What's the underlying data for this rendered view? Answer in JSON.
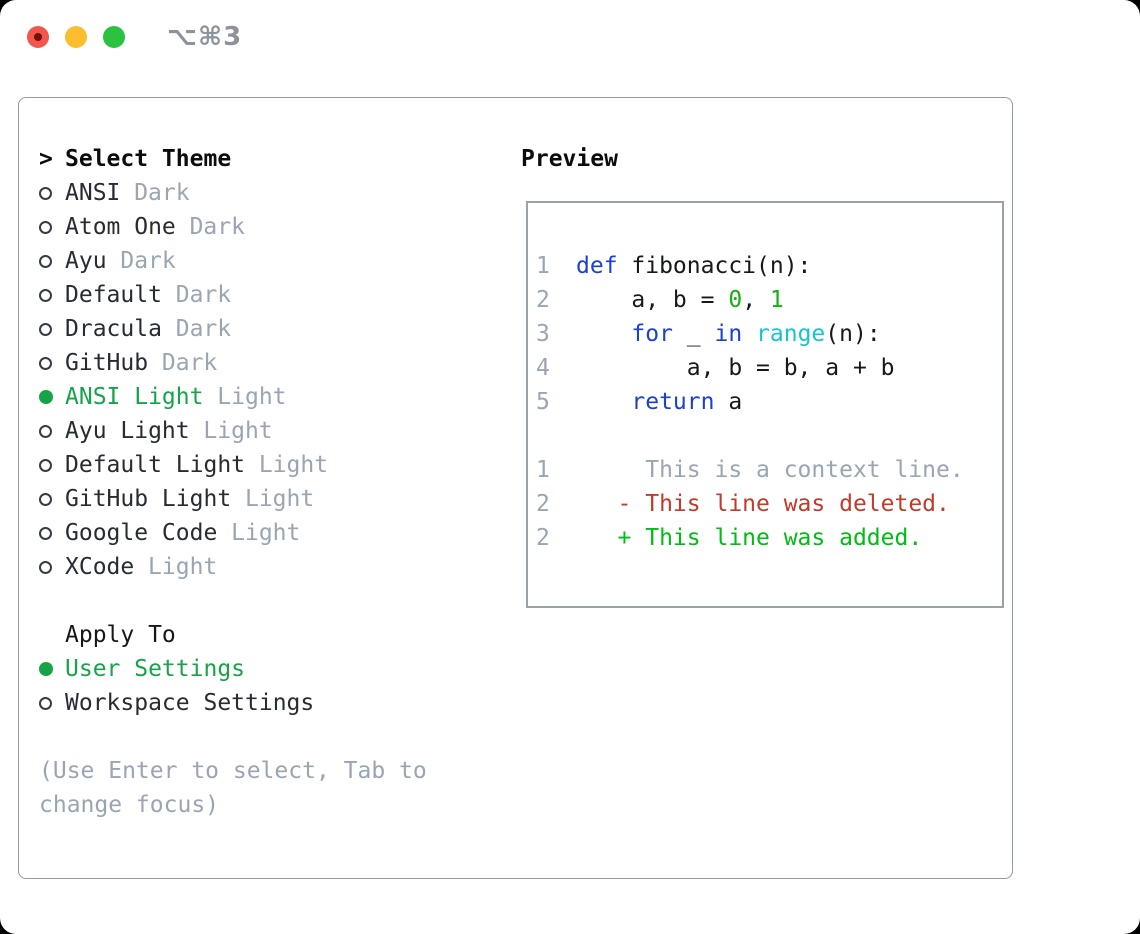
{
  "window": {
    "shortcut_hint": "⌥⌘3"
  },
  "colors": {
    "traffic_red": "#f2564d",
    "traffic_yellow": "#fcbd2e",
    "traffic_green": "#2ac23f",
    "border_gray": "#929aa7",
    "text_dark": "#262c33",
    "muted_gray": "#9aa5b4",
    "selected_green": "#17a449",
    "keyword_blue": "#1c40cf",
    "builtin_cyan": "#17c3cd",
    "number_green": "#12b212",
    "deleted_red": "#c13a2a",
    "added_green": "#00bd13"
  },
  "theme_panel": {
    "title_prefix": ">",
    "title": "Select Theme",
    "themes": [
      {
        "name": "ANSI",
        "variant": "Dark",
        "selected": false
      },
      {
        "name": "Atom One",
        "variant": "Dark",
        "selected": false
      },
      {
        "name": "Ayu",
        "variant": "Dark",
        "selected": false
      },
      {
        "name": "Default",
        "variant": "Dark",
        "selected": false
      },
      {
        "name": "Dracula",
        "variant": "Dark",
        "selected": false
      },
      {
        "name": "GitHub",
        "variant": "Dark",
        "selected": false
      },
      {
        "name": "ANSI Light",
        "variant": "Light",
        "selected": true
      },
      {
        "name": "Ayu Light",
        "variant": "Light",
        "selected": false
      },
      {
        "name": "Default Light",
        "variant": "Light",
        "selected": false
      },
      {
        "name": "GitHub Light",
        "variant": "Light",
        "selected": false
      },
      {
        "name": "Google Code",
        "variant": "Light",
        "selected": false
      },
      {
        "name": "XCode",
        "variant": "Light",
        "selected": false
      }
    ],
    "apply_to": {
      "label": "Apply To",
      "options": [
        {
          "name": "User Settings",
          "selected": true
        },
        {
          "name": "Workspace Settings",
          "selected": false
        }
      ]
    },
    "hint_line1": "(Use Enter to select, Tab to",
    "hint_line2": "change focus)"
  },
  "preview": {
    "title": "Preview",
    "lines": [
      {
        "num": "1",
        "tokens": [
          {
            "t": "def",
            "c": "kw"
          },
          {
            "t": " fibonacci(n):",
            "c": "plain"
          }
        ]
      },
      {
        "num": "2",
        "tokens": [
          {
            "t": "    a, b = ",
            "c": "plain"
          },
          {
            "t": "0",
            "c": "num"
          },
          {
            "t": ", ",
            "c": "plain"
          },
          {
            "t": "1",
            "c": "num"
          }
        ]
      },
      {
        "num": "3",
        "tokens": [
          {
            "t": "    ",
            "c": "plain"
          },
          {
            "t": "for",
            "c": "kw"
          },
          {
            "t": " _ ",
            "c": "plain"
          },
          {
            "t": "in",
            "c": "kw"
          },
          {
            "t": " ",
            "c": "plain"
          },
          {
            "t": "range",
            "c": "builtin"
          },
          {
            "t": "(n):",
            "c": "plain"
          }
        ]
      },
      {
        "num": "4",
        "tokens": [
          {
            "t": "        a, b = b, a + b",
            "c": "plain"
          }
        ]
      },
      {
        "num": "5",
        "tokens": [
          {
            "t": "    ",
            "c": "plain"
          },
          {
            "t": "return",
            "c": "kw"
          },
          {
            "t": " a",
            "c": "plain"
          }
        ]
      },
      {
        "num": "",
        "tokens": []
      },
      {
        "num": "1",
        "tokens": [
          {
            "t": "     This is a context line.",
            "c": "context"
          }
        ]
      },
      {
        "num": "2",
        "tokens": [
          {
            "t": "   - This line was deleted.",
            "c": "deleted"
          }
        ]
      },
      {
        "num": "2",
        "tokens": [
          {
            "t": "   + This line was added.",
            "c": "added"
          }
        ]
      }
    ]
  }
}
